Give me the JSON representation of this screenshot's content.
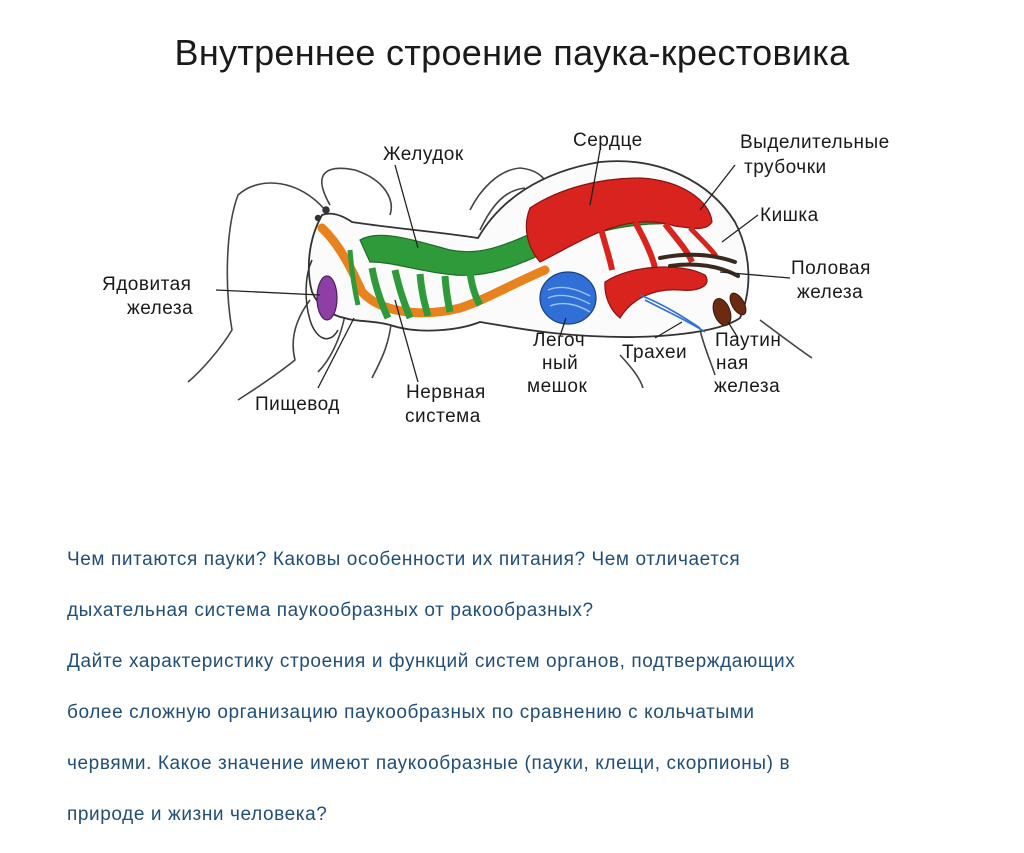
{
  "title": "Внутреннее  строение  паука-крестовика",
  "labels": {
    "stomach": "Желудок",
    "heart": "Сердце",
    "excretory_1": "Выделительные",
    "excretory_2": "трубочки",
    "intestine": "Кишка",
    "gonad_1": "Половая",
    "gonad_2": "железа",
    "venom_1": "Ядовитая",
    "venom_2": "железа",
    "esophagus": "Пищевод",
    "nerve_1": "Нервная",
    "nerve_2": "система",
    "lung_1": "Легоч",
    "lung_2": "ный",
    "lung_3": "мешок",
    "trachea": "Трахеи",
    "silk_1": "Паутин",
    "silk_2": "ная",
    "silk_3": "железа"
  },
  "questions": [
    "Чем  питаются  пауки?  Каковы  особенности  их  питания?  Чем  отличается",
    "дыхательная  система  паукообразных  от  ракообразных?",
    "Дайте  характеристику  строения  и функций  систем  органов,  подтверждающих",
    "более  сложную  организацию  паукообразных  по  сравнению  с  кольчатыми",
    "червями.  Какое  значение  имеют  паукообразные (пауки, клещи, скорпионы)  в",
    "природе  и жизни  человека?"
  ],
  "colors": {
    "circulatory": "#d8231f",
    "digestive": "#2f9a3a",
    "nervous": "#e8821e",
    "venom_gland": "#8e3fa5",
    "lung": "#2f6fd6",
    "question_text": "#1f4e79"
  }
}
